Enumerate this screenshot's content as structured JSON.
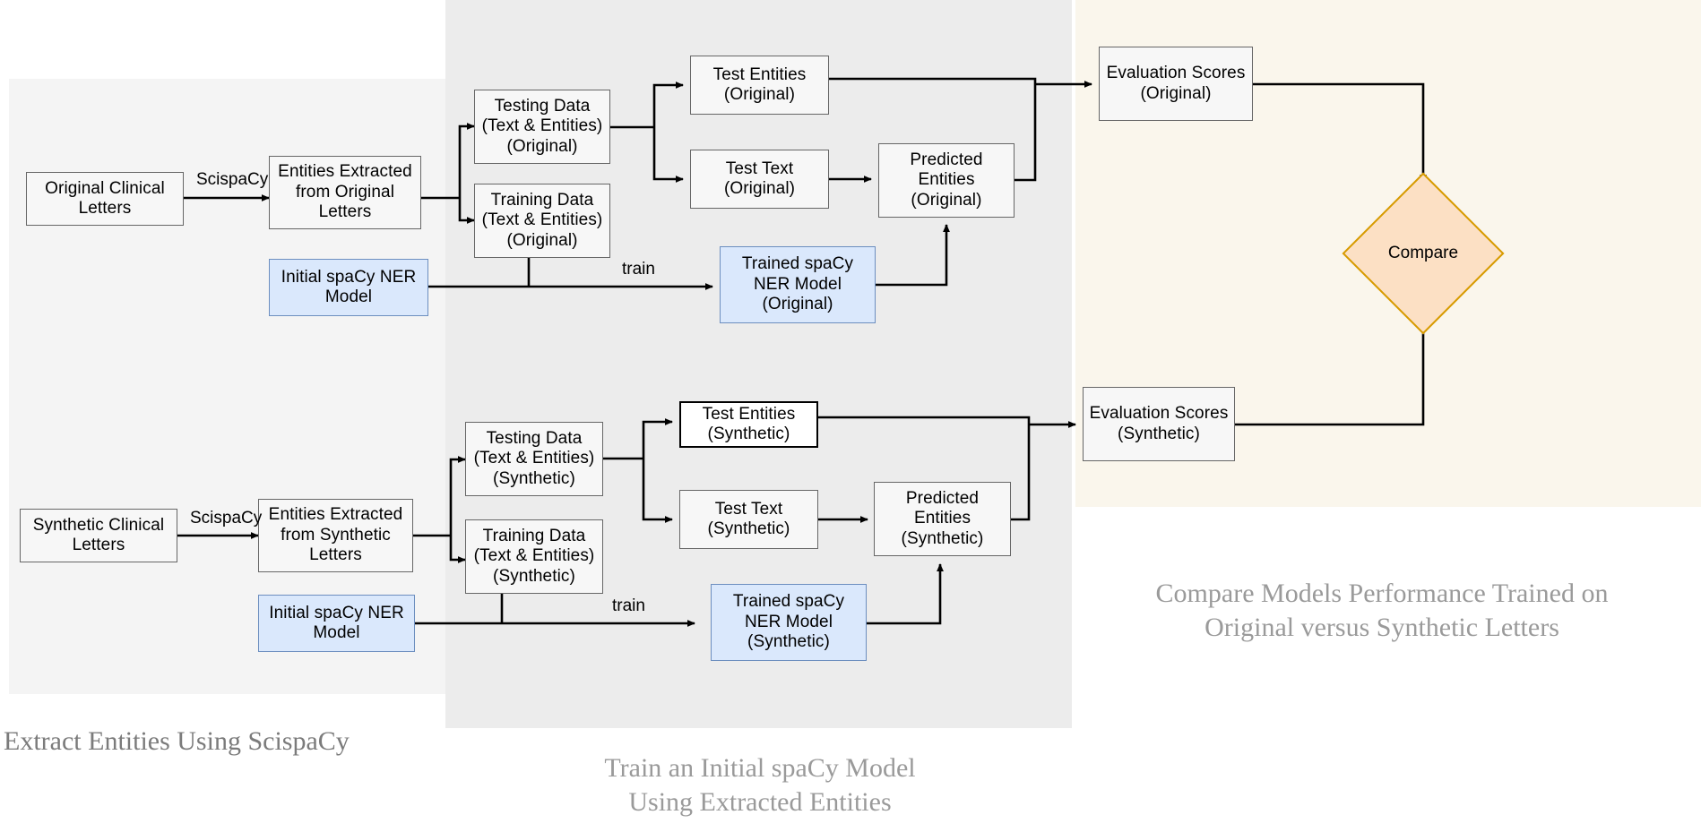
{
  "panels": [
    {
      "name": "extract-panel",
      "color": "#f4f4f4"
    },
    {
      "name": "train-panel",
      "color": "#ececec"
    },
    {
      "name": "compare-panel",
      "color": "#faf6ec"
    }
  ],
  "colors": {
    "box_fill": "#f7f7f7",
    "box_border": "#666666",
    "blue_fill": "#dae8fc",
    "blue_border": "#6c8ebf",
    "diamond_fill": "#fce0c4",
    "diamond_border": "#d79b00",
    "caption_text": "#9a9a9a",
    "arrow": "#000000"
  },
  "nodes": {
    "original_clinical_letters": "Original Clinical\nLetters",
    "entities_extracted_original": "Entities Extracted\nfrom Original\nLetters",
    "initial_model_original": "Initial spaCy NER\nModel",
    "testing_data_original": "Testing Data\n(Text & Entities)\n(Original)",
    "training_data_original": "Training Data\n(Text & Entities)\n(Original)",
    "test_entities_original": "Test Entities\n(Original)",
    "test_text_original": "Test Text\n(Original)",
    "predicted_entities_original": "Predicted\nEntities\n(Original)",
    "trained_model_original": "Trained spaCy\nNER Model\n(Original)",
    "evaluation_scores_original": "Evaluation Scores\n(Original)",
    "synthetic_clinical_letters": "Synthetic Clinical\nLetters",
    "entities_extracted_synthetic": "Entities Extracted\nfrom Synthetic\nLetters",
    "initial_model_synthetic": "Initial spaCy NER\nModel",
    "testing_data_synthetic": "Testing Data\n(Text & Entities)\n(Synthetic)",
    "training_data_synthetic": "Training Data\n(Text & Entities)\n(Synthetic)",
    "test_entities_synthetic": "Test Entities\n(Synthetic)",
    "test_text_synthetic": "Test Text\n(Synthetic)",
    "predicted_entities_synthetic": "Predicted\nEntities\n(Synthetic)",
    "trained_model_synthetic": "Trained spaCy\nNER Model\n(Synthetic)",
    "evaluation_scores_synthetic": "Evaluation Scores\n(Synthetic)",
    "compare": "Compare"
  },
  "edge_labels": {
    "scispacy_original": "ScispaCy",
    "scispacy_synthetic": "ScispaCy",
    "train_original": "train",
    "train_synthetic": "train"
  },
  "captions": {
    "extract": "Extract Entities Using ScispaCy",
    "train": "Train an Initial spaCy Model\nUsing Extracted Entities",
    "compare": "Compare Models Performance Trained on\nOriginal versus Synthetic Letters"
  }
}
